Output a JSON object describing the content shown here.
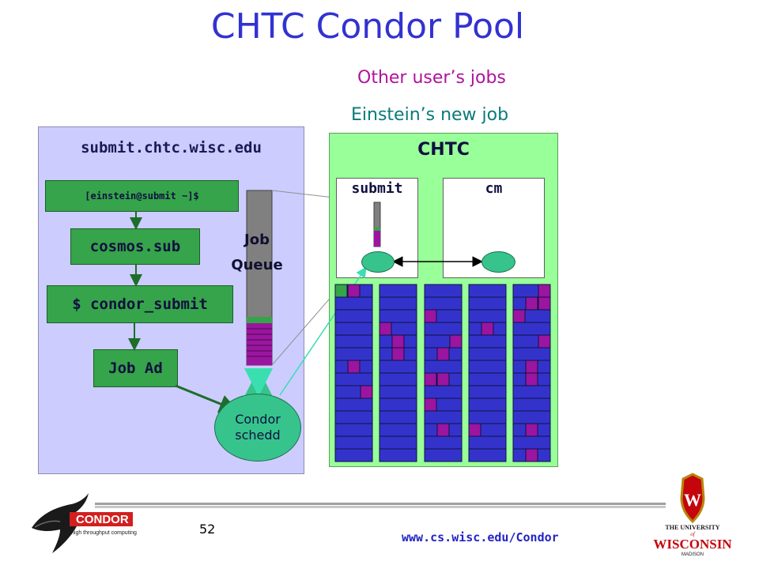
{
  "slide": {
    "title": "CHTC Condor Pool",
    "page_number": "52",
    "footer_url": "www.cs.wisc.edu/Condor"
  },
  "legend": {
    "other_jobs": "Other user’s jobs",
    "new_job": "Einstein’s new job",
    "other_color": "#9b15a0",
    "new_color": "#36c48c"
  },
  "submit_machine": {
    "hostname": "submit.chtc.wisc.edu",
    "prompt": "[einstein@submit ~]$",
    "submit_file": "cosmos.sub",
    "command": "$ condor_submit",
    "job_ad": "Job Ad",
    "queue_label_1": "Job",
    "queue_label_2": "Queue",
    "schedd_line1": "Condor",
    "schedd_line2": "schedd"
  },
  "chtc": {
    "label": "CHTC",
    "submit_node": "submit",
    "cm_node": "cm"
  },
  "colors": {
    "panel_submit": "#ccccff",
    "panel_chtc": "#99ff99",
    "box_green": "#36a44a",
    "slot_blue": "#3333cc",
    "slot_purple": "#9b15a0",
    "title_blue": "#3232d2"
  },
  "logos": {
    "condor_word": "CONDOR",
    "condor_tagline": "high throughput computing",
    "uw_line1": "THE UNIVERSITY",
    "uw_line2": "of",
    "uw_line3": "WISCONSIN",
    "uw_line4": "MADISON",
    "uw_crest_letter": "W"
  }
}
